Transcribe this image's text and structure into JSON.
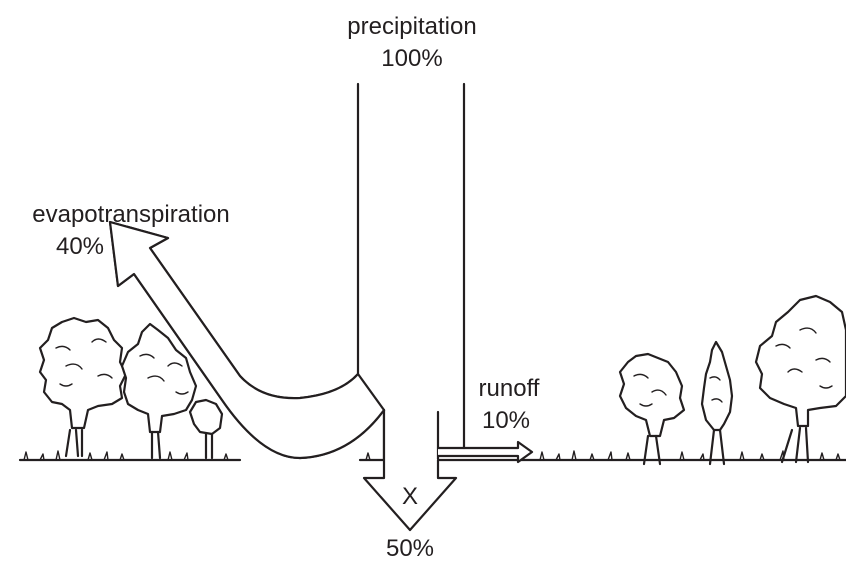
{
  "labels": {
    "precipitation": "precipitation",
    "precipitation_pct": "100%",
    "evapotranspiration": "evapotranspiration",
    "evapotranspiration_pct": "40%",
    "runoff": "runoff",
    "runoff_pct": "10%",
    "infiltration_symbol": "X",
    "infiltration_pct": "50%"
  }
}
